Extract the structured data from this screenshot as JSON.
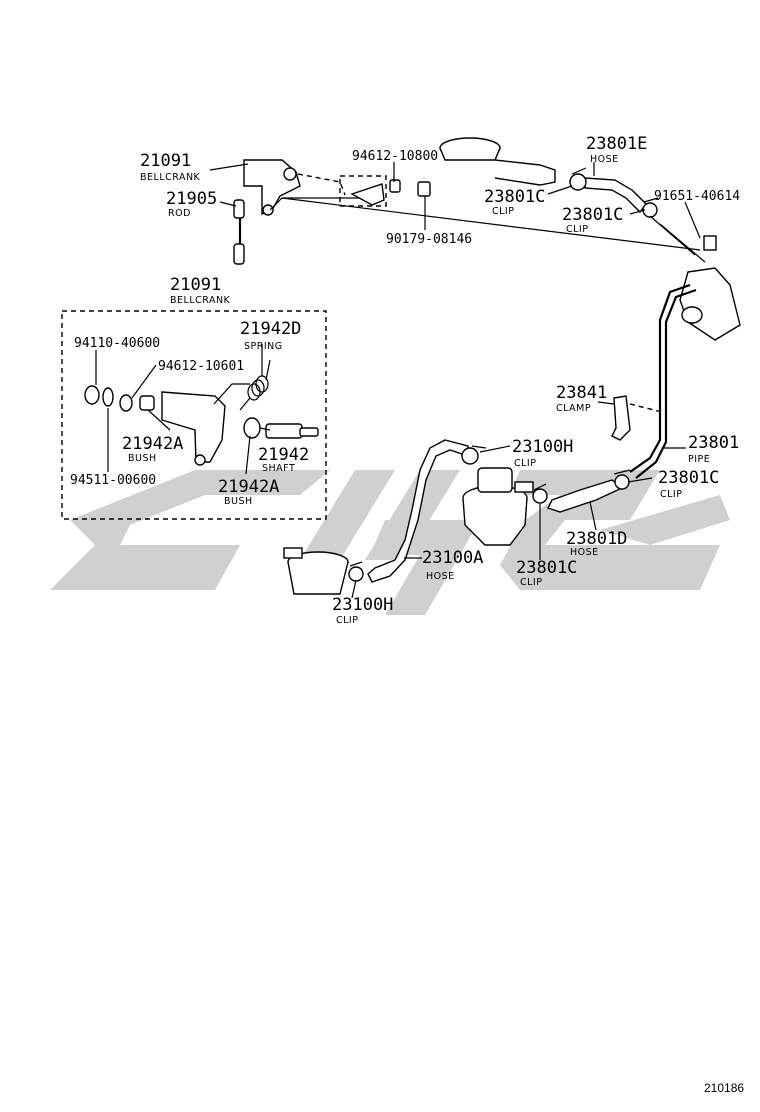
{
  "diagram_id": "210186",
  "watermark_color": "#c8c8c8",
  "callouts": {
    "bellcrank_top": {
      "number": "21091",
      "desc": "BELLCRANK"
    },
    "rod": {
      "number": "21905",
      "desc": "ROD"
    },
    "bellcrank_box": {
      "number": "21091",
      "desc": "BELLCRANK"
    },
    "p94612_10800": {
      "number": "94612-10800"
    },
    "p90179_08146": {
      "number": "90179-08146"
    },
    "hose_e": {
      "number": "23801E",
      "desc": "HOSE"
    },
    "clip_c1": {
      "number": "23801C",
      "desc": "CLIP"
    },
    "clip_c2": {
      "number": "23801C",
      "desc": "CLIP"
    },
    "p91651_40614": {
      "number": "91651-40614"
    },
    "spring": {
      "number": "21942D",
      "desc": "SPRING"
    },
    "p94110_40600": {
      "number": "94110-40600"
    },
    "p94612_10601": {
      "number": "94612-10601"
    },
    "bush_a1": {
      "number": "21942A",
      "desc": "BUSH"
    },
    "shaft": {
      "number": "21942",
      "desc": "SHAFT"
    },
    "bush_a2": {
      "number": "21942A",
      "desc": "BUSH"
    },
    "p94511_00600": {
      "number": "94511-00600"
    },
    "clamp": {
      "number": "23841",
      "desc": "CLAMP"
    },
    "clip_h1": {
      "number": "23100H",
      "desc": "CLIP"
    },
    "pipe": {
      "number": "23801",
      "desc": "PIPE"
    },
    "clip_c3": {
      "number": "23801C",
      "desc": "CLIP"
    },
    "hose_d": {
      "number": "23801D",
      "desc": "HOSE"
    },
    "hose_a": {
      "number": "23100A",
      "desc": "HOSE"
    },
    "clip_c4": {
      "number": "23801C",
      "desc": "CLIP"
    },
    "clip_h2": {
      "number": "23100H",
      "desc": "CLIP"
    }
  }
}
